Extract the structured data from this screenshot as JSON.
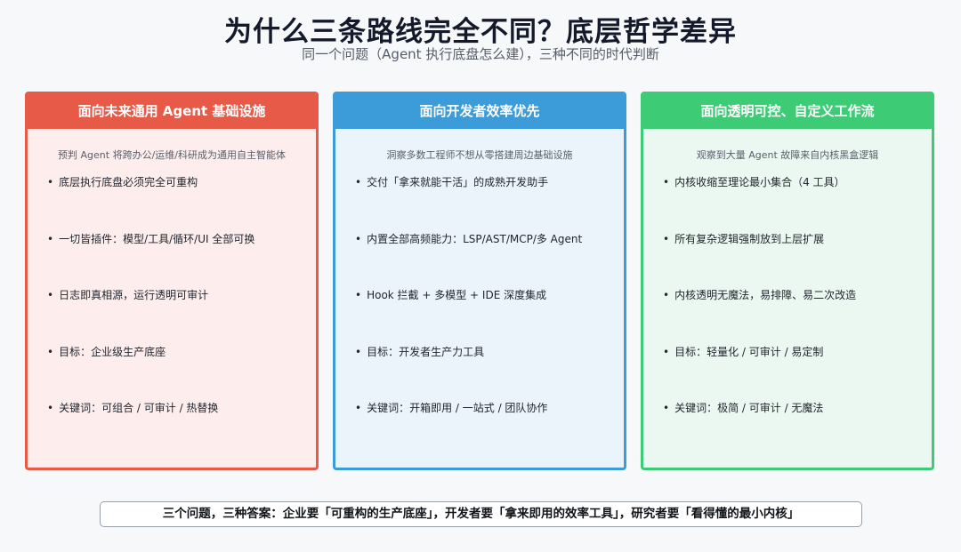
{
  "header": {
    "title": "为什么三条路线完全不同？底层哲学差异",
    "subtitle": "同一个问题（Agent 执行底盘怎么建），三种不同的时代判断"
  },
  "colors": {
    "red": "#e85a48",
    "blue": "#3c9bd9",
    "green": "#3ecb76"
  },
  "columns": [
    {
      "heading": "面向未来通用 Agent 基础设施",
      "description": "预判 Agent 将跨办公/运维/科研成为通用自主智能体",
      "items": [
        "底层执行底盘必须完全可重构",
        "一切皆插件：模型/工具/循环/UI 全部可换",
        "日志即真相源，运行透明可审计",
        "目标：企业级生产底座",
        "关键词：可组合 / 可审计 / 热替换"
      ]
    },
    {
      "heading": "面向开发者效率优先",
      "description": "洞察多数工程师不想从零搭建周边基础设施",
      "items": [
        "交付「拿来就能干活」的成熟开发助手",
        "内置全部高频能力：LSP/AST/MCP/多 Agent",
        "Hook 拦截 + 多模型 + IDE 深度集成",
        "目标：开发者生产力工具",
        "关键词：开箱即用 / 一站式 / 团队协作"
      ]
    },
    {
      "heading": "面向透明可控、自定义工作流",
      "description": "观察到大量 Agent 故障来自内核黑盒逻辑",
      "items": [
        "内核收缩至理论最小集合（4 工具）",
        "所有复杂逻辑强制放到上层扩展",
        "内核透明无魔法，易排障、易二次改造",
        "目标：轻量化 / 可审计 / 易定制",
        "关键词：极简 / 可审计 / 无魔法"
      ]
    }
  ],
  "footer": {
    "summary": "三个问题，三种答案：企业要「可重构的生产底座」，开发者要「拿来即用的效率工具」，研究者要「看得懂的最小内核」"
  }
}
